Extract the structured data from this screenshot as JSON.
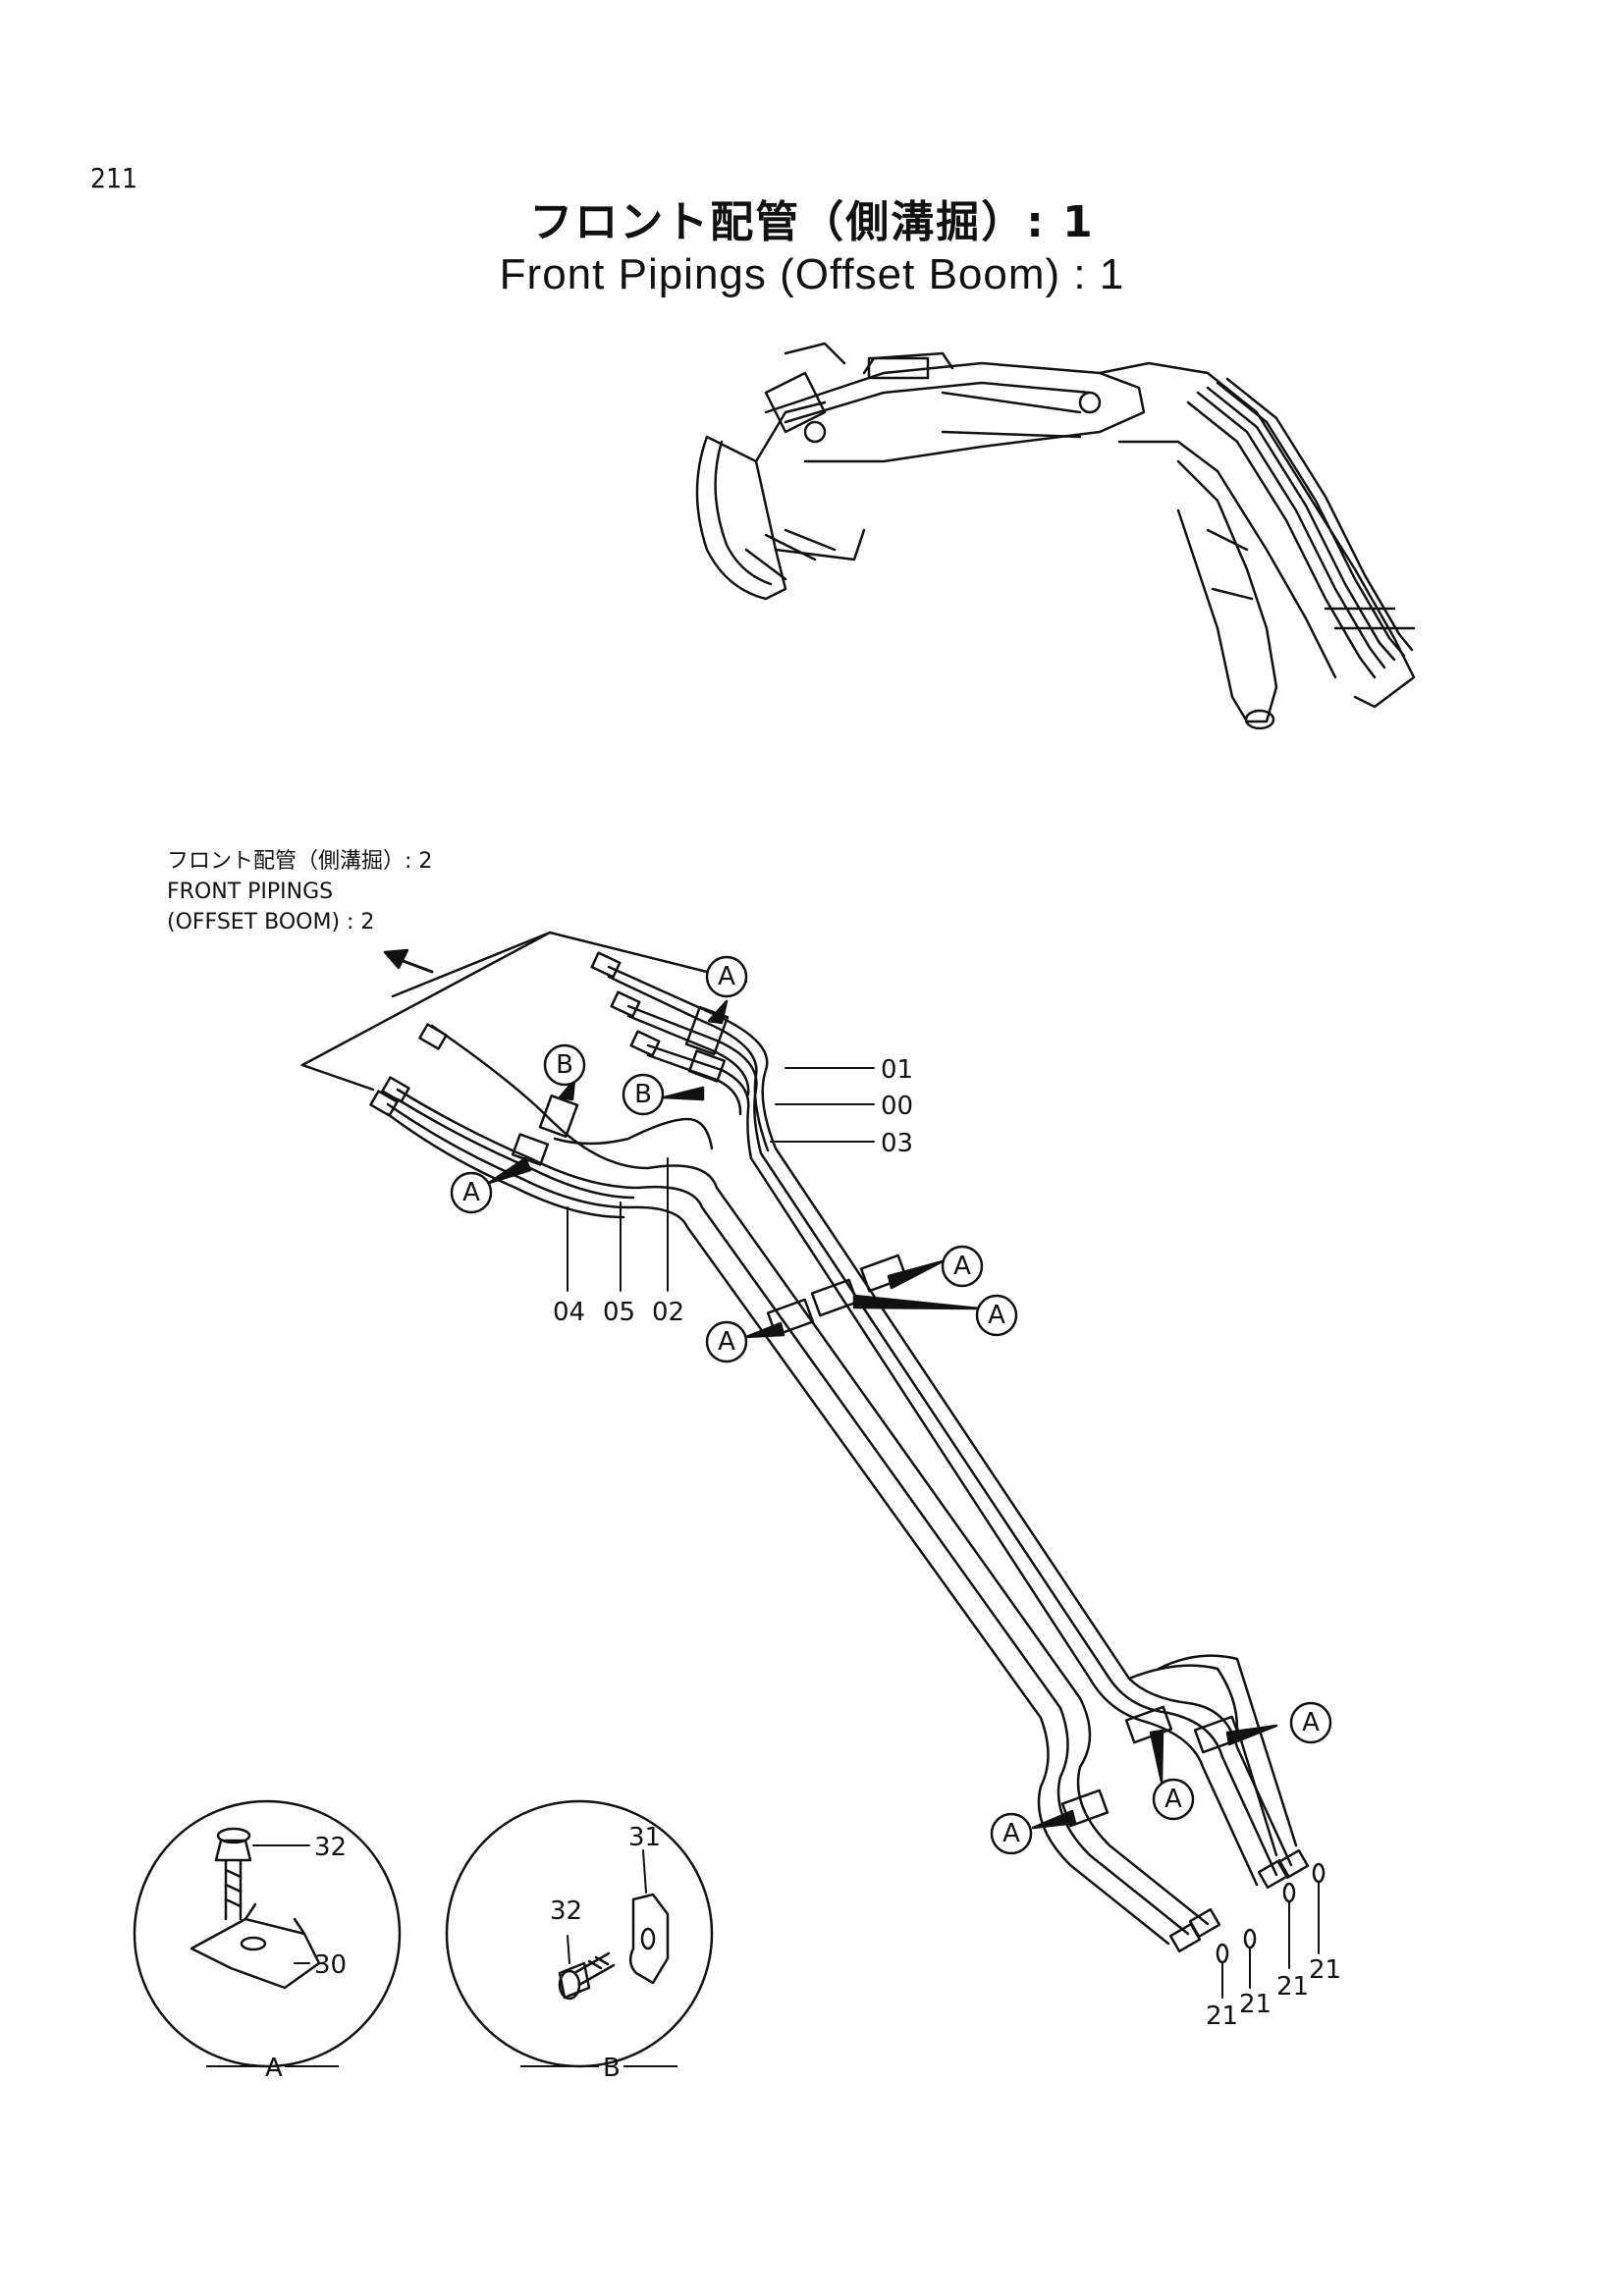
{
  "page_number": "211",
  "title_jp": "フロント配管（側溝掘）: 1",
  "title_en": "Front Pipings (Offset Boom) : 1",
  "reference": {
    "line1": "フロント配管（側溝掘）: 2",
    "line2": "FRONT PIPINGS",
    "line3": "(OFFSET BOOM) : 2"
  },
  "part_numbers": {
    "p01": "01",
    "p00": "00",
    "p03": "03",
    "p04": "04",
    "p05": "05",
    "p02": "02",
    "p21a": "21",
    "p21b": "21",
    "p21c": "21",
    "p21d": "21",
    "p32a": "32",
    "p30": "30",
    "p31": "31",
    "p32b": "32"
  },
  "callouts": {
    "a": "A",
    "b": "B"
  },
  "detail_views": {
    "a": "A",
    "b": "B"
  }
}
